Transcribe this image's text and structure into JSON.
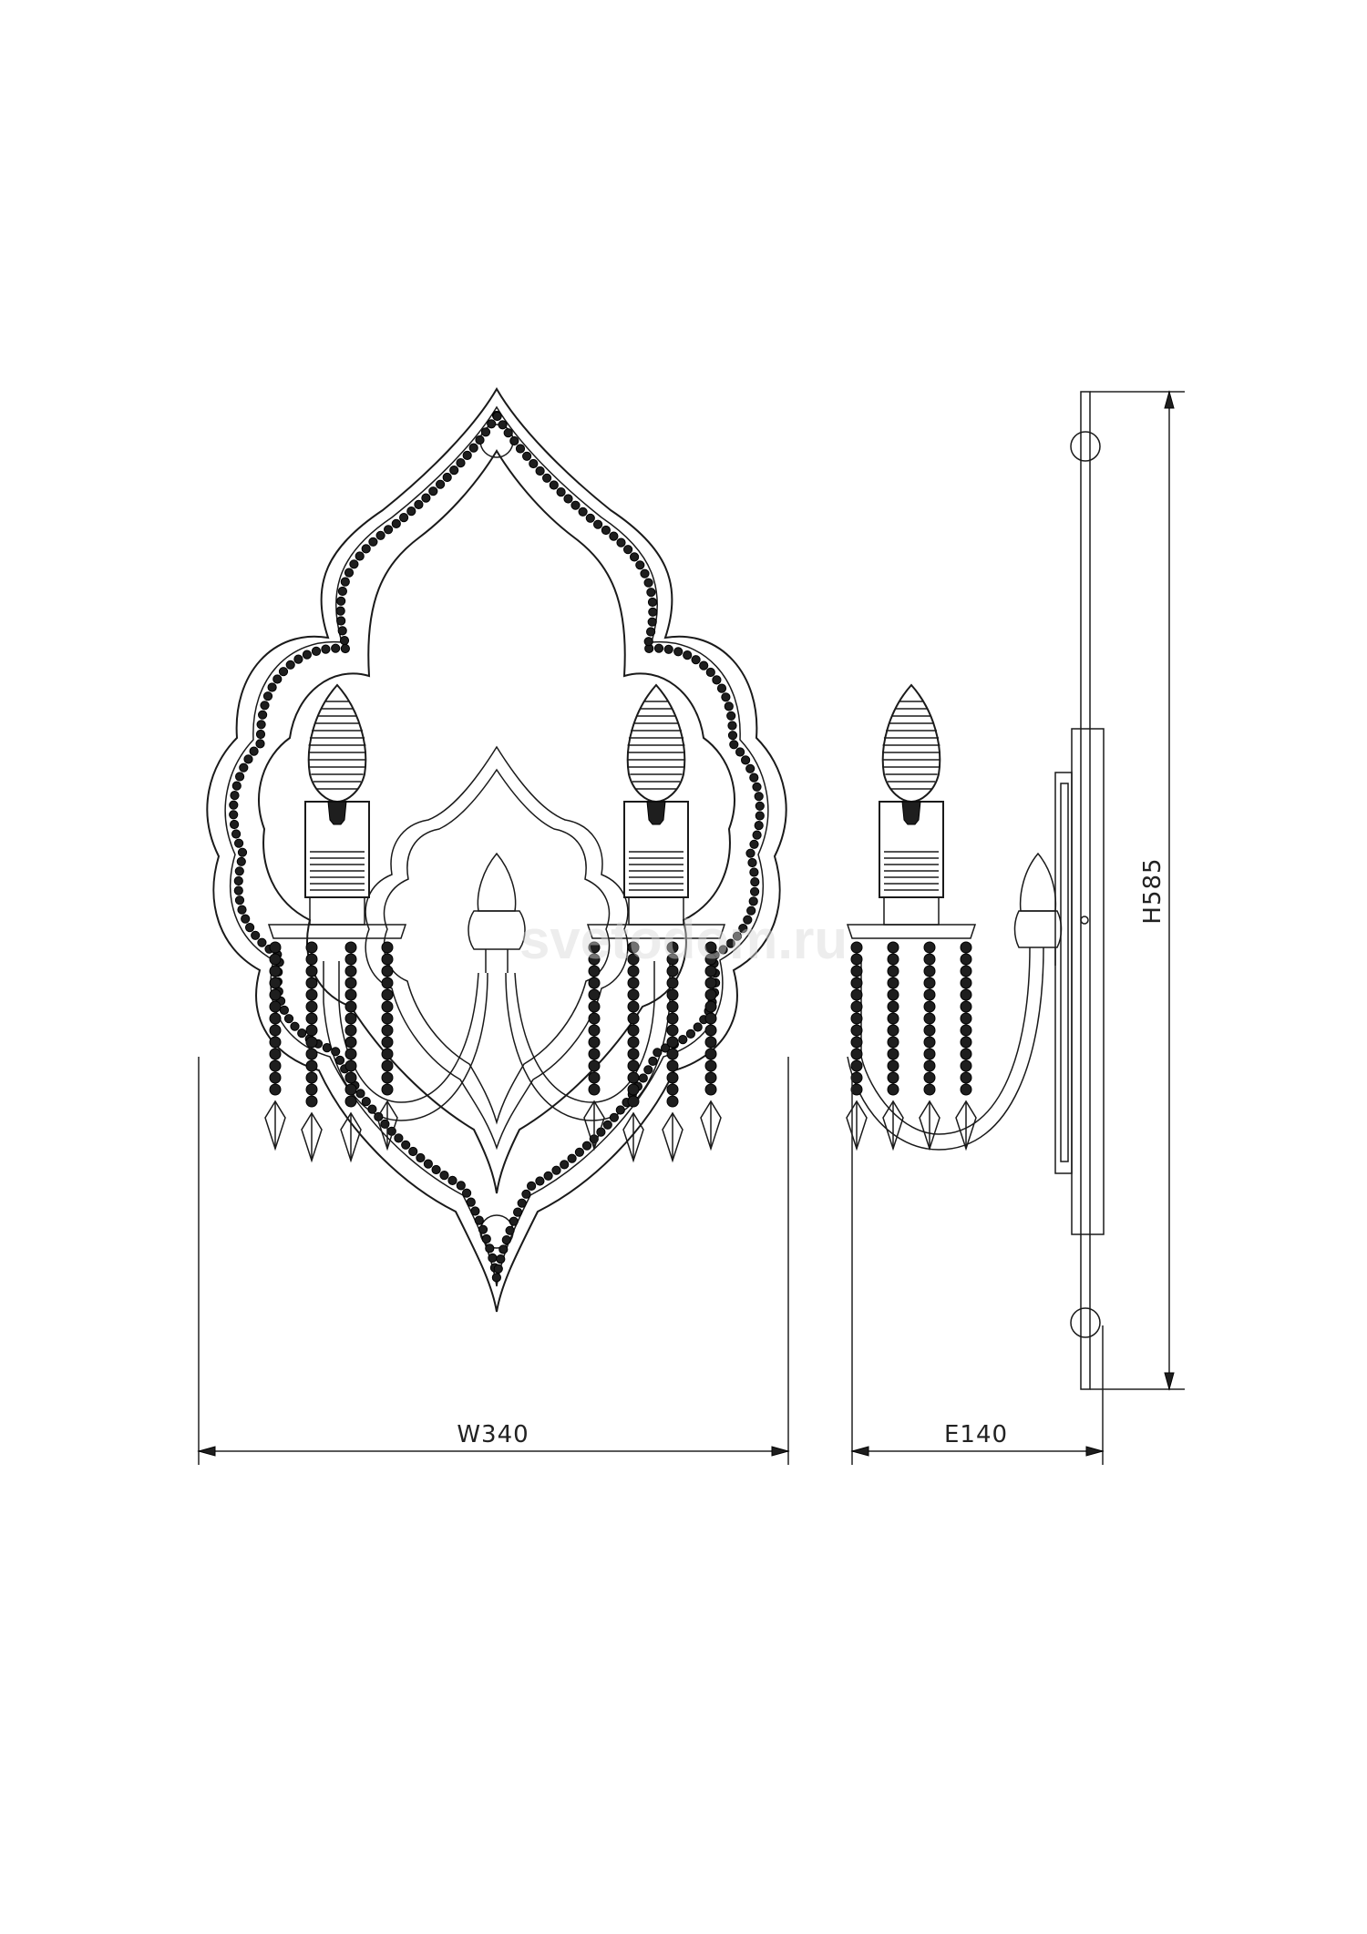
{
  "dimensions": {
    "width": "W340",
    "depth": "E140",
    "height": "H585"
  },
  "watermark": "svetodom.ru",
  "colors": {
    "line": "#1a1a1a",
    "bead": "#1e1e1e",
    "background": "#ffffff"
  }
}
